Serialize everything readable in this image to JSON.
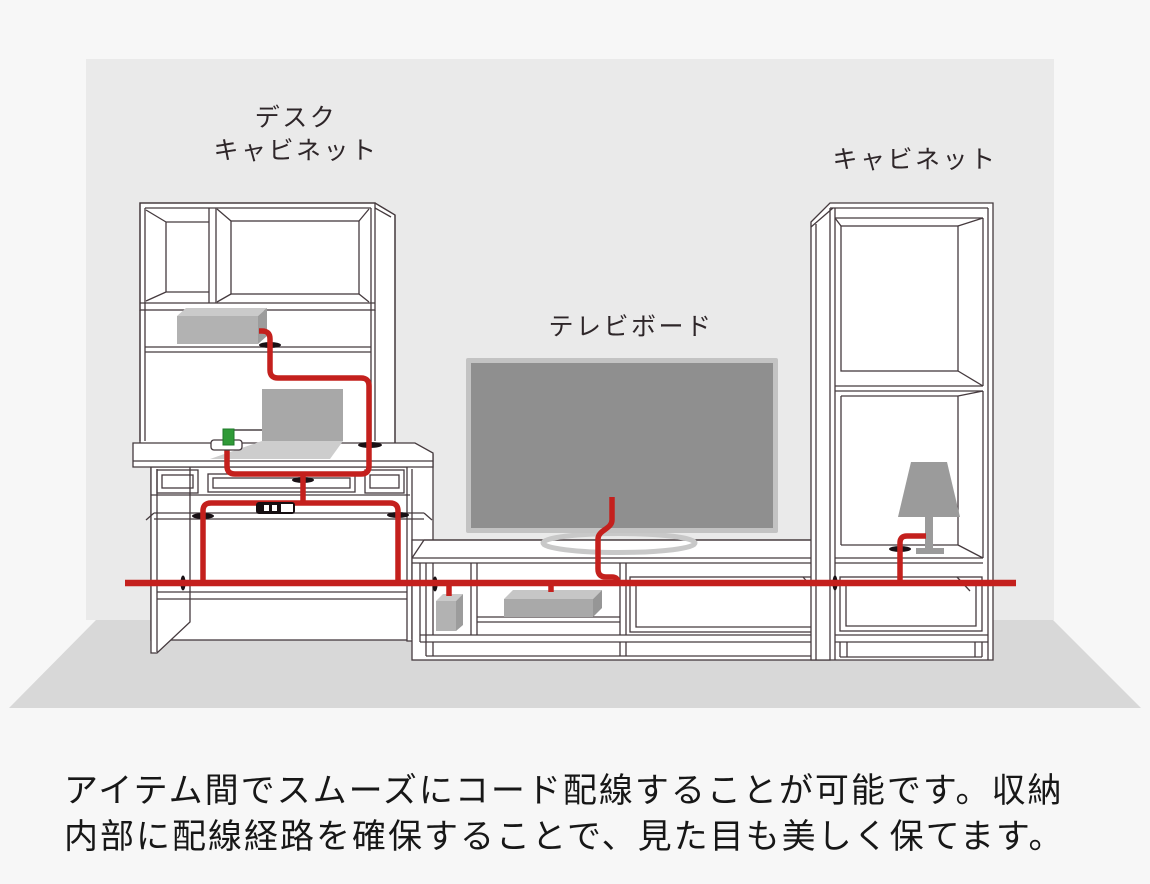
{
  "illustration": {
    "title_labels": {
      "desk_cabinet_line1": "デスク",
      "desk_cabinet_line2": "キャビネット",
      "tv_board": "テレビボード",
      "cabinet": "キャビネット"
    },
    "caption": {
      "line1": "アイテム間でスムーズにコード配線することが可能です。収納",
      "line2": "内部に配線経路を確保することで、見た目も美しく保てます。"
    }
  },
  "colors": {
    "page_bg": "#f7f7f7",
    "wall": "#eaeaea",
    "floor": "#d8d8d8",
    "cable_red": "#c4201d",
    "line": "#453a3e",
    "text_dark": "#171717",
    "label_color": "#2e2629",
    "accent_green": "#2f9a37"
  }
}
